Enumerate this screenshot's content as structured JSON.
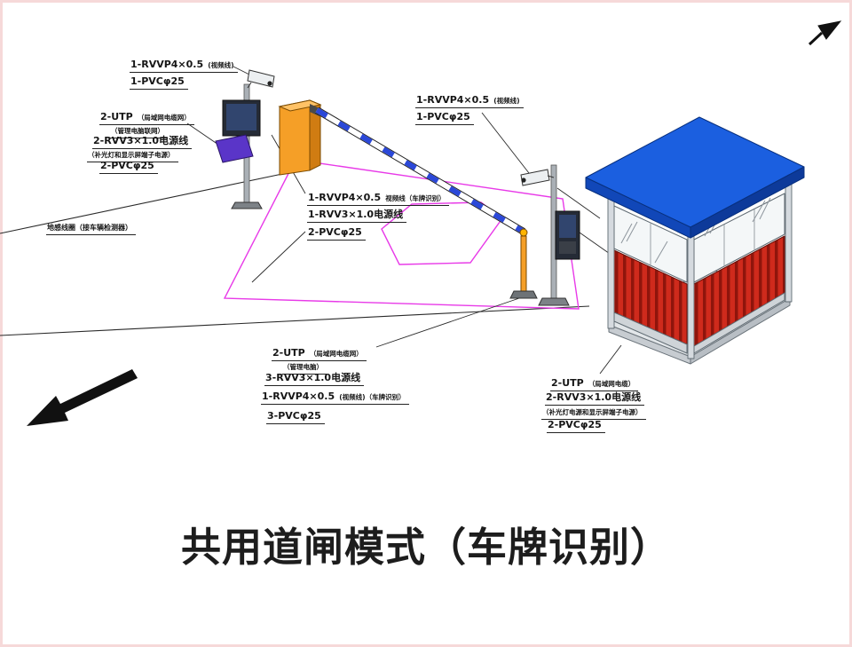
{
  "title": "共用道闸模式（车牌识别）",
  "labels": {
    "camera1_video": {
      "main": "1-RVVP4×0.5",
      "small": "(视频线)",
      "line2": "1-PVCφ25"
    },
    "left_group": {
      "l1_main": "2-UTP",
      "l1_small": "（局域网电缆网）",
      "l2": "（管理电脑联网）",
      "l3": "2-RVV3×1.0电源线",
      "l4": "（补光灯和显示屏端子电源）",
      "l5": "2-PVCφ25"
    },
    "ground_loop": "地感线圈（接车辆检测器）",
    "center_group": {
      "l1_main": "1-RVVP4×0.5",
      "l1_small": "视频线（车牌识别）",
      "l2": "1-RVV3×1.0电源线",
      "l3": "2-PVCφ25"
    },
    "camera2_video": {
      "main": "1-RVVP4×0.5",
      "small": "(视频线)",
      "line2": "1-PVCφ25"
    },
    "bottom_group": {
      "l1_main": "2-UTP",
      "l1_small": "（局域网电缆网）",
      "l2": "（管理电脑）",
      "l3": "3-RVV3×1.0电源线",
      "l4_main": "1-RVVP4×0.5",
      "l4_small": "(视频线)（车牌识别）",
      "l5": "3-PVCφ25"
    },
    "right_group": {
      "l1_main": "2-UTP",
      "l1_small": "（局域网电缆）",
      "l2": "2-RVV3×1.0电源线",
      "l3": "（补光灯电源和显示屏端子电源）",
      "l4": "2-PVCφ25"
    }
  },
  "icons": {
    "large_direction_arrow": "solid-arrow-lower-left",
    "small_direction_arrow": "solid-arrow-upper-right"
  },
  "colors": {
    "roof_blue": "#1b5fe0",
    "roof_blue_dark": "#0d3a9a",
    "booth_red": "#cf2a1c",
    "booth_red_dark": "#8f150c",
    "barrier_orange": "#f59f27",
    "arm_blue": "#2b48d8",
    "zone_magenta": "#e83ae8",
    "light_purple": "#5a35c8"
  }
}
